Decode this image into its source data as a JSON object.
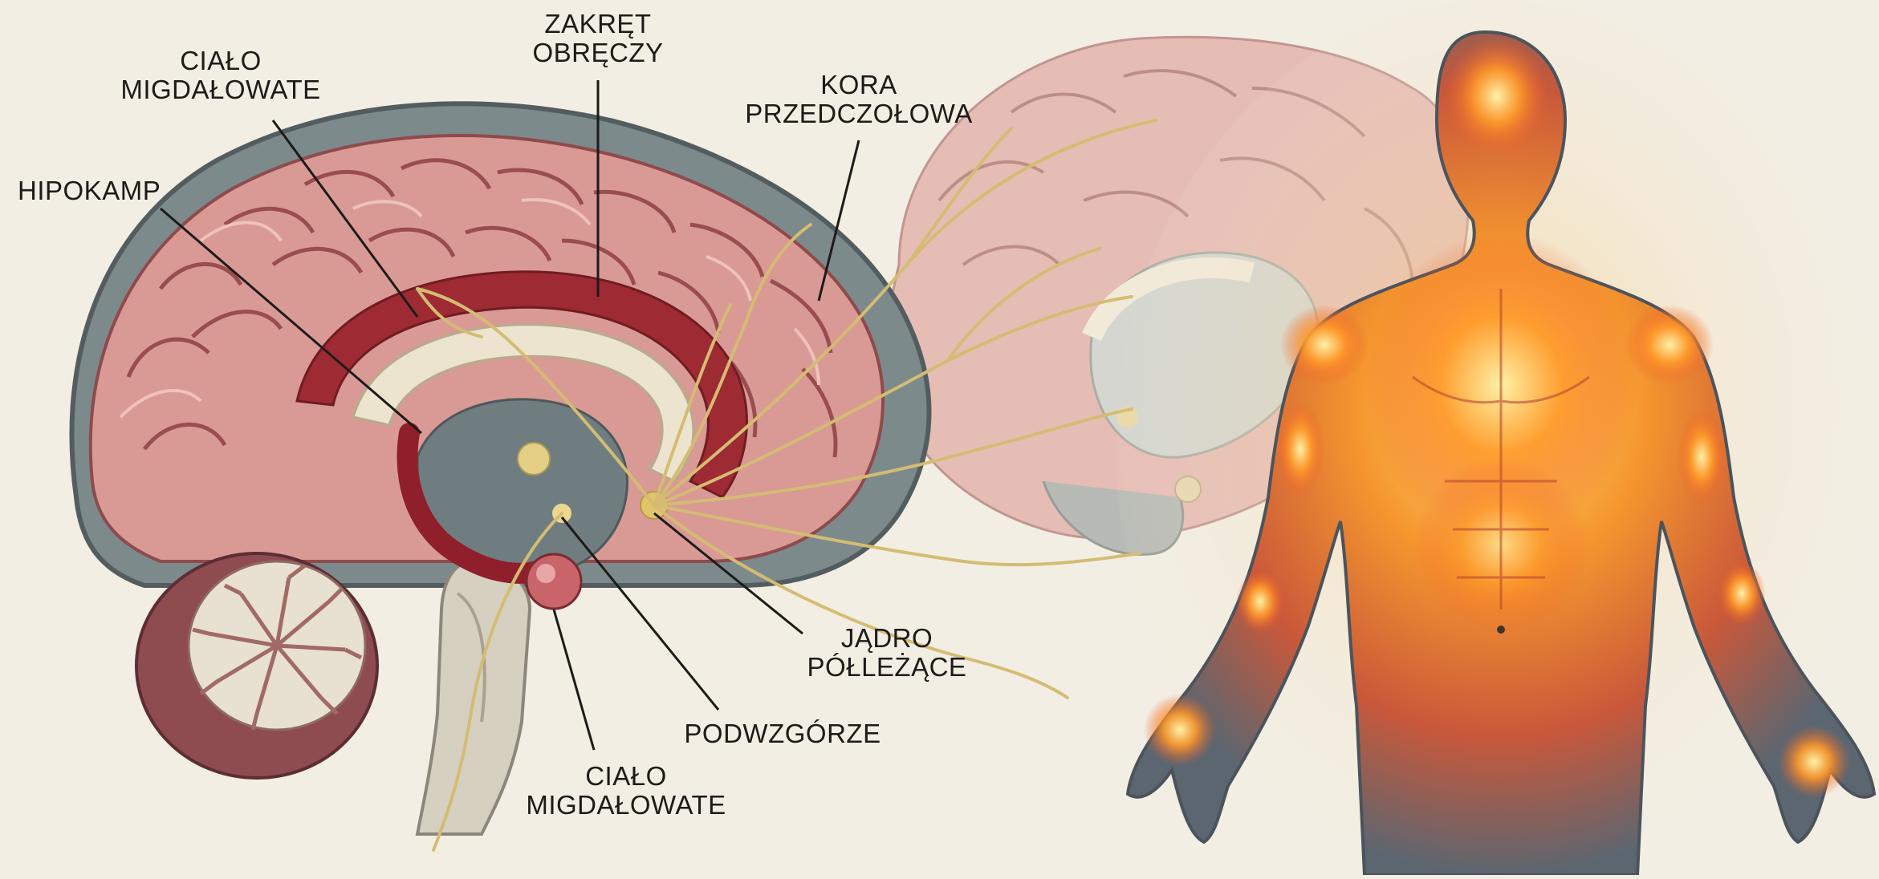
{
  "labels": {
    "cialo_migdalowate_top": [
      "CIAŁO",
      "MIGDAŁOWATE"
    ],
    "zakret_obreczy": [
      "ZAKRĘT",
      "OBRĘCZY"
    ],
    "kora_przedczolowa": [
      "KORA",
      "PRZEDCZOŁOWA"
    ],
    "hipokamp": [
      "HIPOKAMP"
    ],
    "jadro_polle_zace": [
      "JĄDRO",
      "PÓŁLEŻĄCE"
    ],
    "podwzgorze": [
      "PODWZGÓRZE"
    ],
    "cialo_migdalowate_bottom": [
      "CIAŁO",
      "MIGDAŁOWATE"
    ]
  },
  "colors": {
    "background": "#f3eee3",
    "cortex": "#d99a95",
    "cortex_dark": "#a8454a",
    "limbic": "#9e2a33",
    "nerve": "#d8c27a",
    "cerebellum": "#8e4b50",
    "brainstem": "#c9c4b5",
    "body_gray": "#5c6670",
    "body_glow": "#f28a2e",
    "glow_core": "#ffd54a",
    "leader_line": "#1d1b19"
  }
}
